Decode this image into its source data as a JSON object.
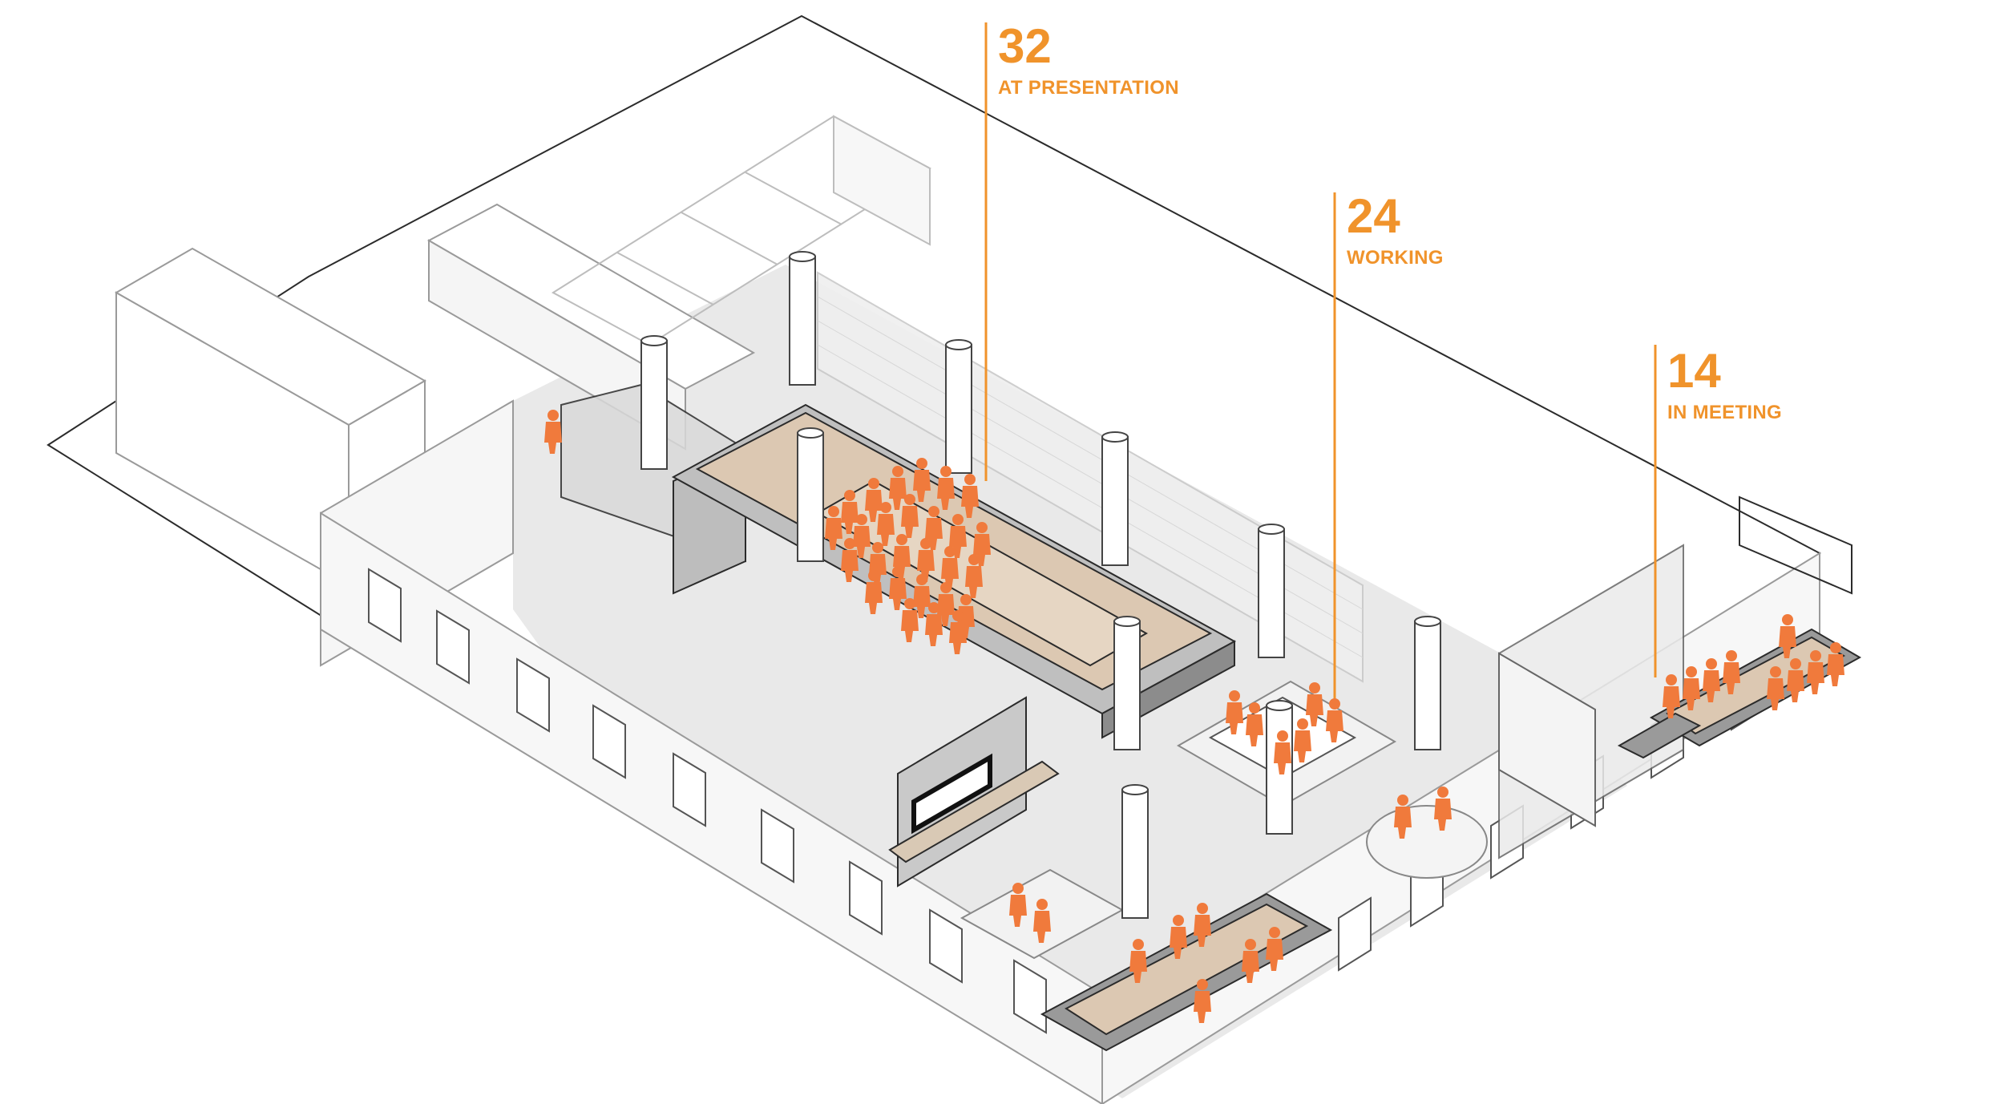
{
  "colors": {
    "accent": "#f0932b",
    "figure": "#f07a3c",
    "line": "#2b2b2b",
    "light_line": "#b9b9b9",
    "floor_shade": "#e6e6e6",
    "platform": "#dcc8b2",
    "wall_dark": "#cfcfcf"
  },
  "callouts": [
    {
      "id": "presentation",
      "number": "32",
      "label": "AT PRESENTATION"
    },
    {
      "id": "working",
      "number": "24",
      "label": "WORKING"
    },
    {
      "id": "meeting",
      "number": "14",
      "label": "IN MEETING"
    }
  ],
  "icons": [
    "person-figure-icon",
    "column-icon",
    "chair-icon"
  ]
}
